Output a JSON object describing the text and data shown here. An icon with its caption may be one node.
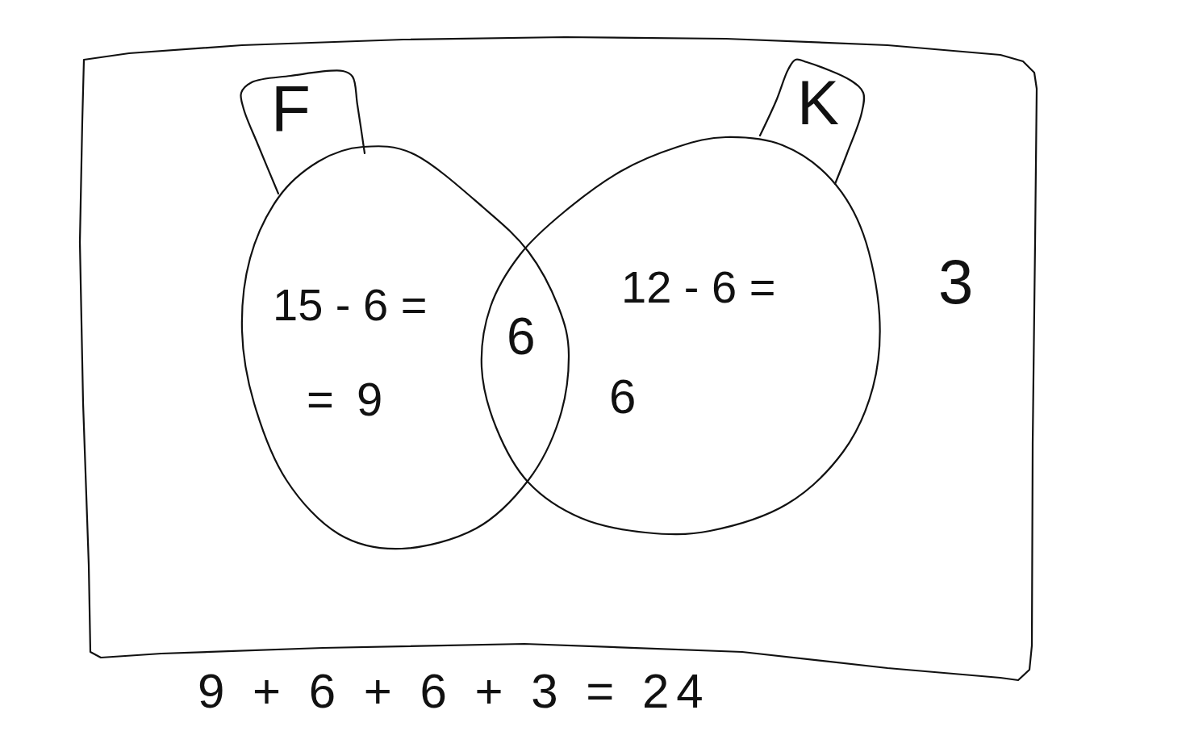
{
  "diagram": {
    "nodes": [
      {
        "text": [
          "3"
        ]
      },
      {
        "text": [
          "F"
        ],
        "in": 0
      },
      {
        "text": [
          "15 - 6 =",
          "= 9"
        ],
        "in": 0
      },
      {
        "text": [
          "K"
        ],
        "in": 0
      },
      {
        "text": [
          "12 - 6 =",
          "6"
        ],
        "in": 0
      }
    ],
    "labels": [
      "6",
      "9 + 6 + 6 + 3 = 24"
    ]
  }
}
